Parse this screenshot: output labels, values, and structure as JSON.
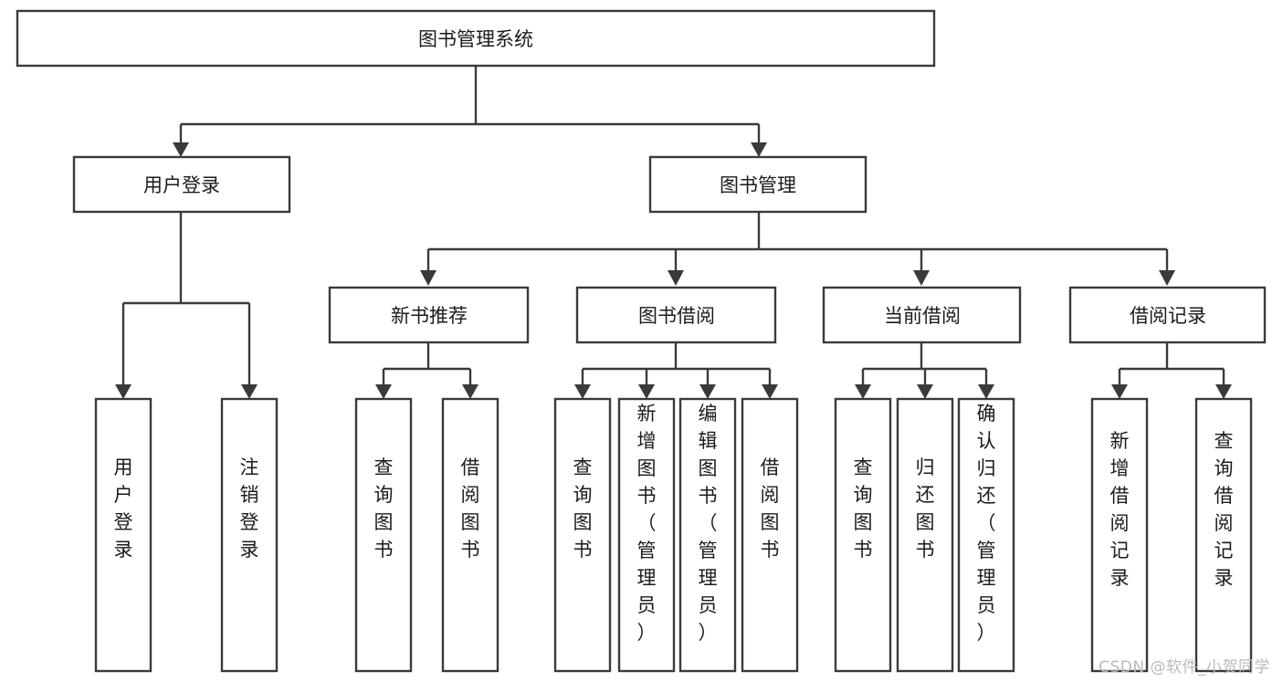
{
  "diagram": {
    "title": "图书管理系统",
    "watermark": "CSDN @软件_小贺同学",
    "colors": {
      "background": "#ffffff",
      "box_stroke": "#3a3a3a",
      "box_fill": "#ffffff",
      "text": "#1b1b1b",
      "watermark": "#b9b9b9"
    },
    "levels": {
      "root": {
        "label": "图书管理系统"
      },
      "level2": [
        {
          "label": "用户登录"
        },
        {
          "label": "图书管理"
        }
      ],
      "level3": [
        {
          "label": "新书推荐"
        },
        {
          "label": "图书借阅"
        },
        {
          "label": "当前借阅"
        },
        {
          "label": "借阅记录"
        }
      ],
      "leaves_user_login": [
        {
          "label": "用户登录"
        },
        {
          "label": "注销登录"
        }
      ],
      "leaves_new_book": [
        {
          "label": "查询图书"
        },
        {
          "label": "借阅图书"
        }
      ],
      "leaves_borrow": [
        {
          "label": "查询图书"
        },
        {
          "label": "新增图书（管理员）"
        },
        {
          "label": "编辑图书（管理员）"
        },
        {
          "label": "借阅图书"
        }
      ],
      "leaves_current": [
        {
          "label": "查询图书"
        },
        {
          "label": "归还图书"
        },
        {
          "label": "确认归还（管理员）"
        }
      ],
      "leaves_records": [
        {
          "label": "新增借阅记录"
        },
        {
          "label": "查询借阅记录"
        }
      ]
    }
  }
}
